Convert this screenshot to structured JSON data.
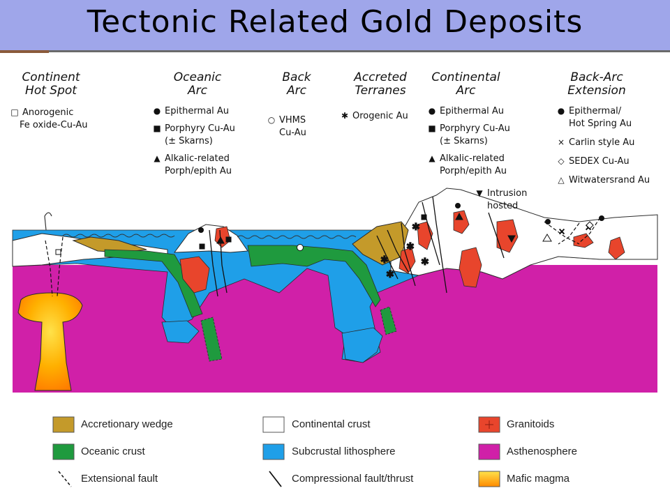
{
  "title": "Tectonic Related Gold Deposits",
  "colors": {
    "title_bar": "#9fa6ea",
    "accretionary_wedge": "#c49a2a",
    "oceanic_crust": "#1f9a3e",
    "continental_crust": "#ffffff",
    "subcrustal_lithosphere": "#1f9fe8",
    "asthenosphere": "#d020a8",
    "granitoids": "#e8452c",
    "mafic_magma": "#ffb000"
  },
  "settings": [
    {
      "name": "Continent Hot Spot",
      "lines": [
        "Continent",
        "Hot Spot"
      ],
      "deposits": [
        {
          "symbol": "□",
          "icon": "open-square-icon",
          "lines": [
            "Anorogenic",
            "Fe  oxide-Cu-Au"
          ]
        }
      ]
    },
    {
      "name": "Oceanic Arc",
      "lines": [
        "Oceanic",
        "Arc"
      ],
      "deposits": [
        {
          "symbol": "●",
          "icon": "filled-circle-icon",
          "lines": [
            "Epithermal  Au"
          ]
        },
        {
          "symbol": "■",
          "icon": "filled-square-icon",
          "lines": [
            "Porphyry  Cu-Au",
            "(±  Skarns)"
          ]
        },
        {
          "symbol": "▲",
          "icon": "filled-triangle-icon",
          "lines": [
            "Alkalic-related",
            "Porph/epith  Au"
          ]
        }
      ]
    },
    {
      "name": "Back Arc",
      "lines": [
        "Back",
        "Arc"
      ],
      "deposits": [
        {
          "symbol": "○",
          "icon": "open-circle-icon",
          "lines": [
            "VHMS",
            "Cu-Au"
          ]
        }
      ]
    },
    {
      "name": "Accreted Terranes",
      "lines": [
        "Accreted",
        "Terranes"
      ],
      "deposits": [
        {
          "symbol": "✱",
          "icon": "asterisk-icon",
          "lines": [
            "Orogenic  Au"
          ]
        }
      ]
    },
    {
      "name": "Continental Arc",
      "lines": [
        "Continental",
        "Arc"
      ],
      "deposits": [
        {
          "symbol": "●",
          "icon": "filled-circle-icon",
          "lines": [
            "Epithermal  Au"
          ]
        },
        {
          "symbol": "■",
          "icon": "filled-square-icon",
          "lines": [
            "Porphyry  Cu-Au",
            "(±  Skarns)"
          ]
        },
        {
          "symbol": "▲",
          "icon": "filled-triangle-icon",
          "lines": [
            "Alkalic-related",
            "Porph/epith  Au"
          ]
        },
        {
          "symbol": "▼",
          "icon": "inverted-triangle-icon",
          "lines": [
            "Intrusion",
            "hosted"
          ]
        }
      ]
    },
    {
      "name": "Back-Arc Extension",
      "lines": [
        "Back-Arc",
        "Extension"
      ],
      "deposits": [
        {
          "symbol": "●",
          "icon": "filled-circle-icon",
          "lines": [
            "Epithermal/",
            "Hot Spring  Au"
          ]
        },
        {
          "symbol": "×",
          "icon": "cross-icon",
          "lines": [
            "Carlin  style  Au"
          ]
        },
        {
          "symbol": "◇",
          "icon": "open-diamond-icon",
          "lines": [
            "SEDEX  Cu-Au"
          ]
        },
        {
          "symbol": "△",
          "icon": "open-triangle-icon",
          "lines": [
            "Witwatersrand  Au"
          ]
        }
      ]
    }
  ],
  "legend": [
    {
      "label": "Accretionary wedge",
      "kind": "swatch",
      "color": "#c49a2a"
    },
    {
      "label": "Oceanic crust",
      "kind": "swatch",
      "color": "#1f9a3e"
    },
    {
      "label": "Extensional fault",
      "kind": "dashed-line-icon"
    },
    {
      "label": "Continental crust",
      "kind": "swatch",
      "color": "#ffffff"
    },
    {
      "label": "Subcrustal lithosphere",
      "kind": "swatch",
      "color": "#1f9fe8"
    },
    {
      "label": "Compressional fault/thrust",
      "kind": "solid-line-icon"
    },
    {
      "label": "Granitoids",
      "kind": "granitoid-swatch",
      "color": "#e8452c"
    },
    {
      "label": "Asthenosphere",
      "kind": "swatch",
      "color": "#d020a8"
    },
    {
      "label": "Mafic magma",
      "kind": "gradient-swatch",
      "color": "#ffb000"
    }
  ]
}
